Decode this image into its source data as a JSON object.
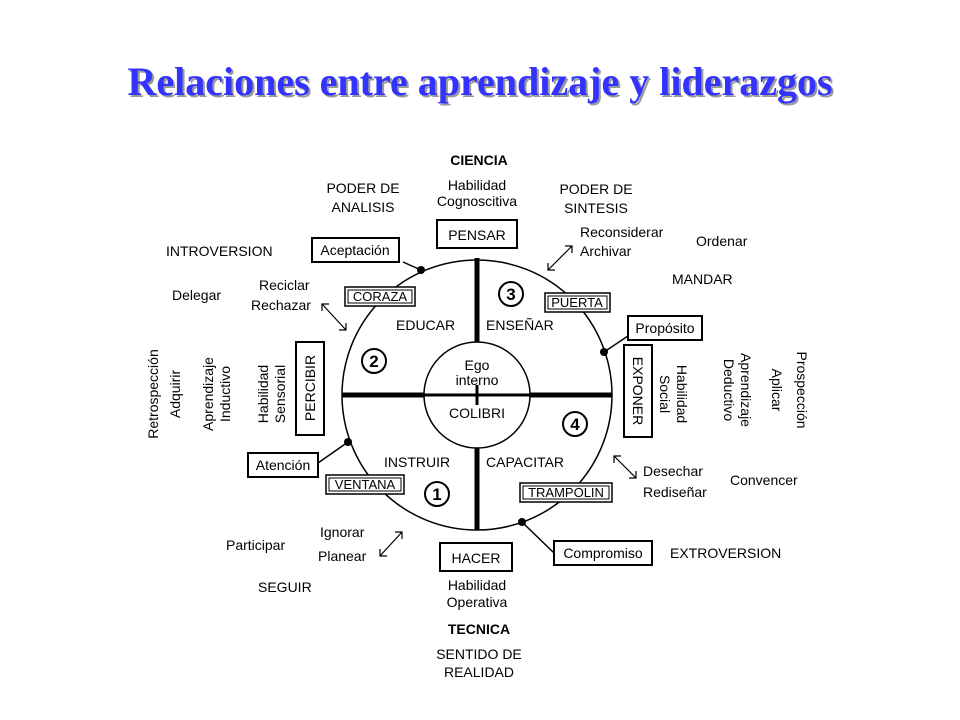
{
  "title": "Relaciones entre aprendizaje y liderazgos",
  "poles": {
    "top": {
      "name": "CIENCIA",
      "skill": [
        "Habilidad",
        "Cognoscitiva"
      ],
      "action": "PENSAR"
    },
    "bottom": {
      "action": "HACER",
      "skill": [
        "Habilidad",
        "Operativa"
      ],
      "name": "TECNICA",
      "sense": [
        "SENTIDO DE",
        "REALIDAD"
      ]
    },
    "left": {
      "action": "PERCIBIR",
      "skill": [
        "Habilidad",
        "Sensorial"
      ]
    },
    "right": {
      "action": "EXPONER",
      "skill": [
        "Habilidad",
        "Social"
      ]
    }
  },
  "center": {
    "top": [
      "Ego",
      "interno"
    ],
    "bottom": "COLIBRI"
  },
  "quadrants": [
    {
      "number": "1",
      "labels": [
        "INSTRUIR"
      ],
      "gate": "VENTANA"
    },
    {
      "number": "2",
      "labels": [
        "EDUCAR"
      ],
      "gate": "CORAZA"
    },
    {
      "number": "3",
      "labels": [
        "ENSEÑAR"
      ],
      "gate": "PUERTA"
    },
    {
      "number": "4",
      "labels": [
        "CAPACITAR"
      ],
      "gate": "TRAMPOLIN"
    }
  ],
  "orientations": {
    "aceptacion": "Aceptación",
    "proposito": "Propósito",
    "atencion": "Atención",
    "compromiso": "Compromiso"
  },
  "corners": {
    "poder_analisis": [
      "PODER DE",
      "ANALISIS"
    ],
    "poder_sintesis": [
      "PODER DE",
      "SINTESIS"
    ],
    "introversion": "INTROVERSION",
    "extroversion": "EXTROVERSION",
    "reconsiderar": "Reconsiderar",
    "archivar": "Archivar",
    "ordenar": "Ordenar",
    "mandar": "MANDAR",
    "delegar": "Delegar",
    "reciclar": "Reciclar",
    "rechazar": "Rechazar",
    "desechar": "Desechar",
    "redisenar": "Rediseñar",
    "convencer": "Convencer",
    "participar": "Participar",
    "ignorar": "Ignorar",
    "planear": "Planear",
    "seguir": "SEGUIR"
  },
  "left_vertical": [
    "Retrospección",
    "Adquirir",
    "Aprendizaje",
    "Inductivo"
  ],
  "right_vertical": [
    "Aprendizaje",
    "Deductivo",
    "Prospección",
    "Aplicar"
  ]
}
